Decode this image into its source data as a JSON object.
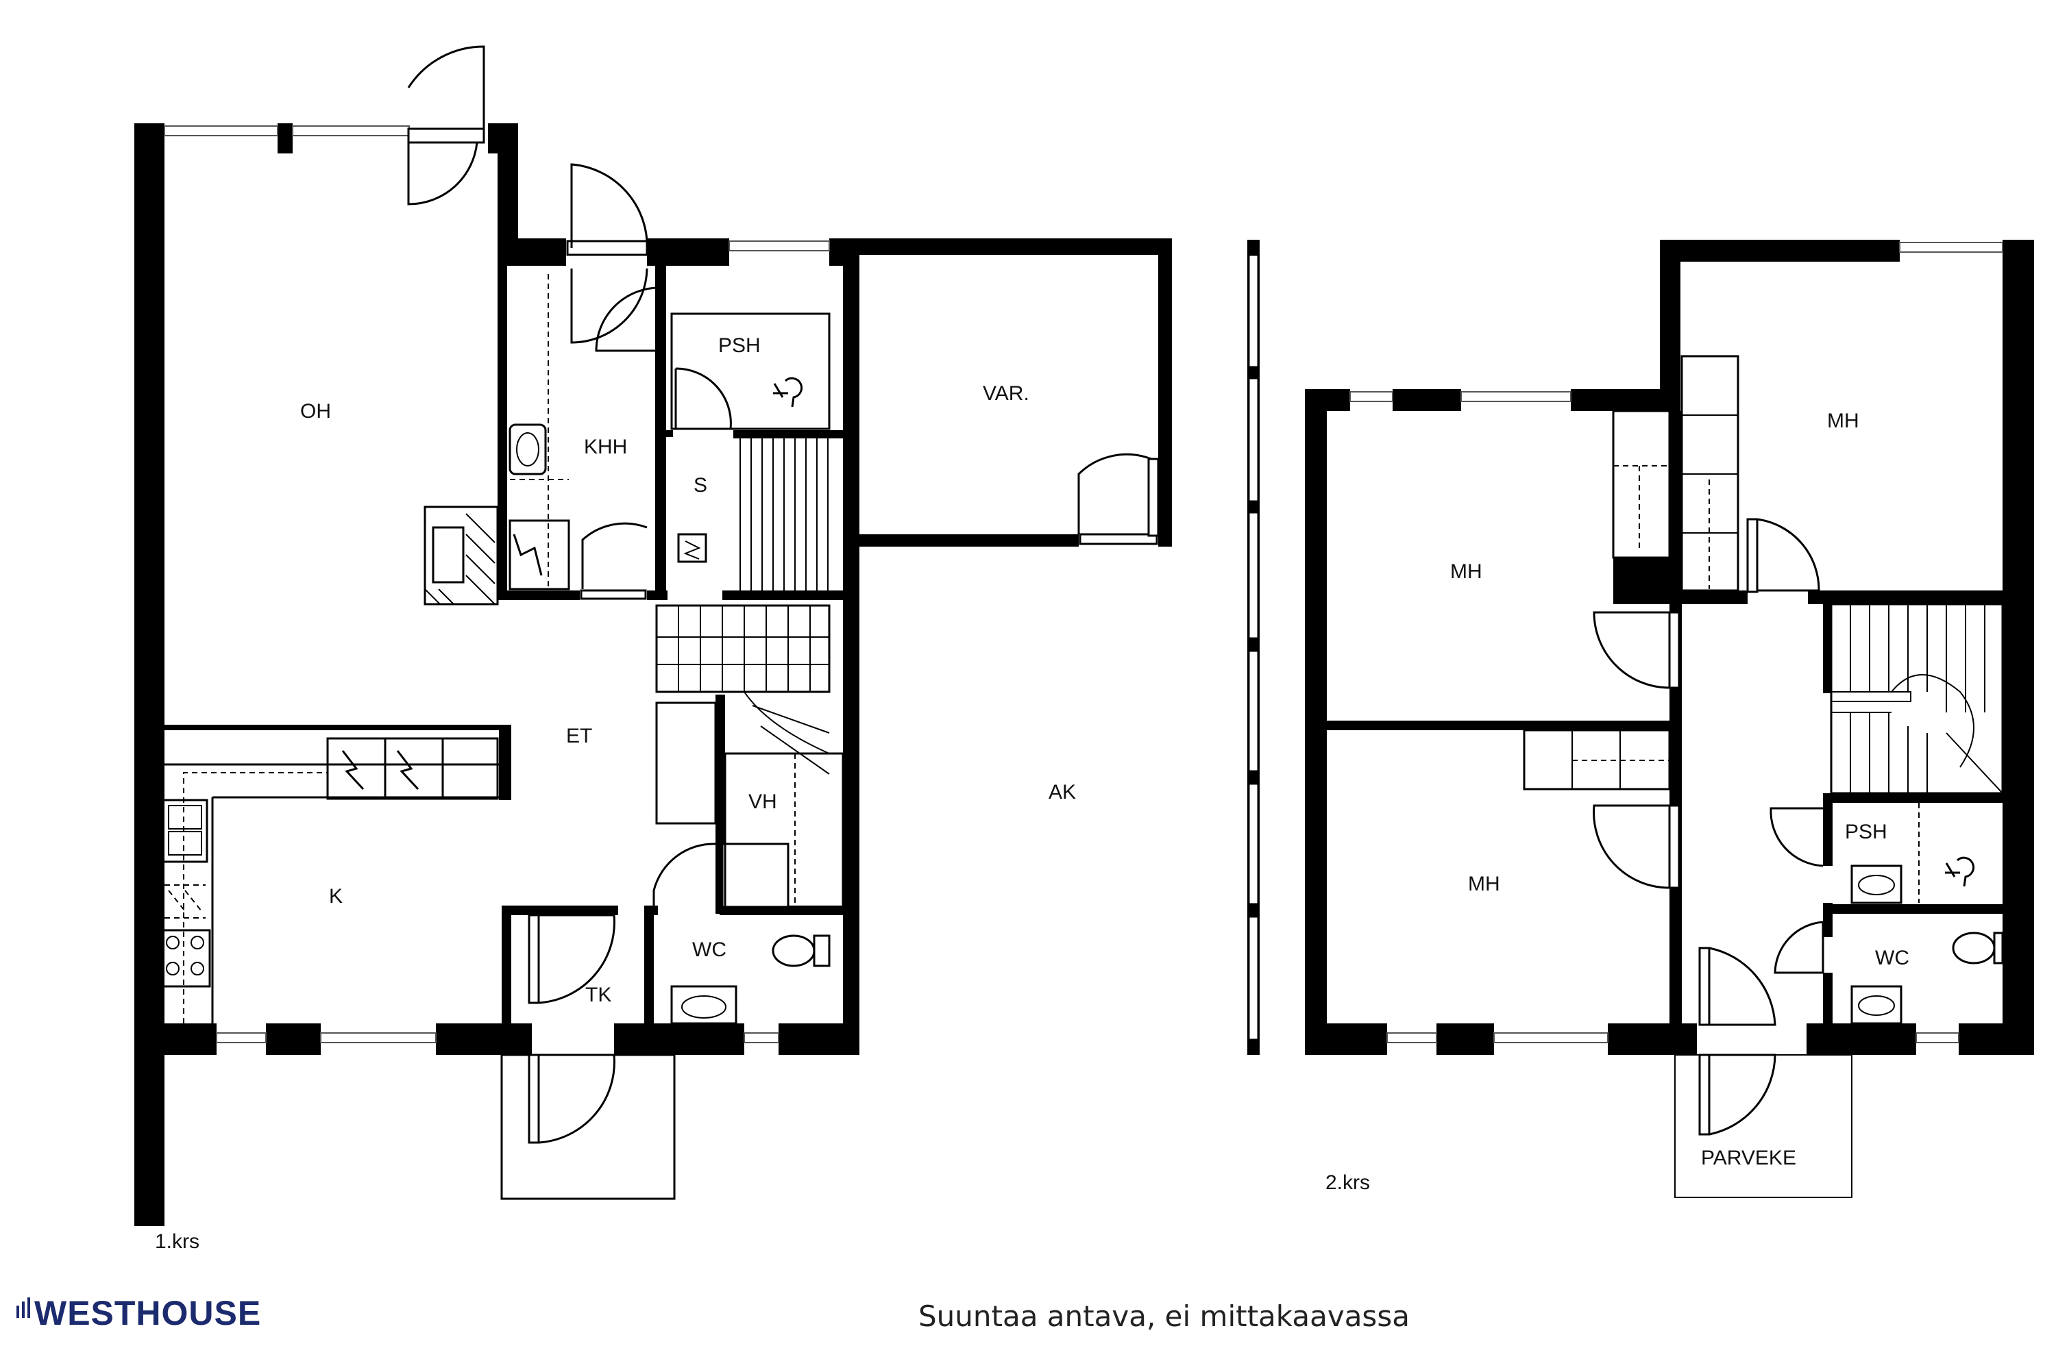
{
  "plan": {
    "floor1": {
      "level_label": "1.krs",
      "rooms": {
        "oh": "OH",
        "khh": "KHH",
        "psh": "PSH",
        "s": "S",
        "var": "VAR.",
        "et": "ET",
        "vh": "VH",
        "k": "K",
        "wc": "WC",
        "tk": "TK",
        "ak": "AK"
      }
    },
    "floor2": {
      "level_label": "2.krs",
      "rooms": {
        "mh_top_left": "MH",
        "mh_top_right": "MH",
        "mh_bottom": "MH",
        "psh": "PSH",
        "wc": "WC",
        "parveke": "PARVEKE"
      }
    },
    "footer": {
      "note": "Suuntaa antava, ei mittakaavassa",
      "brand": "WESTHOUSE"
    },
    "colors": {
      "wall": "#000000",
      "brand": "#1c2a6e"
    }
  }
}
